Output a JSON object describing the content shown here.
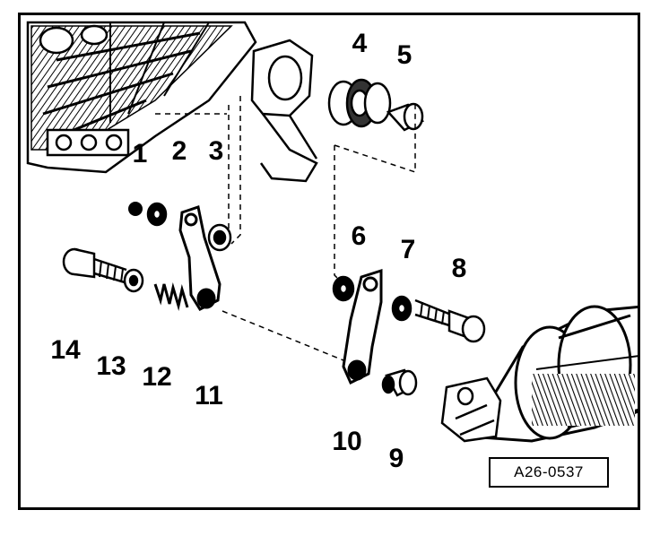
{
  "figure": {
    "reference_code": "A26-0537",
    "callouts": [
      "1",
      "2",
      "3",
      "4",
      "5",
      "6",
      "7",
      "8",
      "9",
      "10",
      "11",
      "12",
      "13",
      "14"
    ]
  },
  "parts": {
    "icons": [
      "engine-bracket-icon",
      "bushing-icon",
      "pin-icon",
      "link-arm-icon",
      "bolt-icon",
      "washer-icon",
      "nut-icon",
      "spring-icon",
      "exhaust-pipe-icon",
      "mounting-bracket-icon"
    ]
  }
}
